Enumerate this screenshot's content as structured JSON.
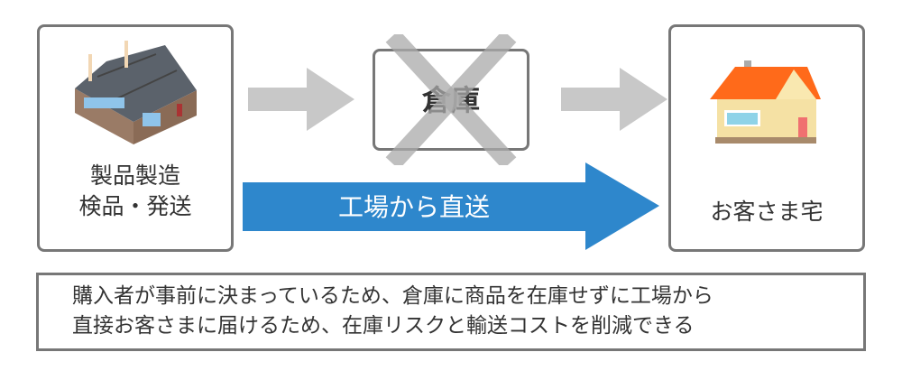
{
  "factory": {
    "line1": "製品製造",
    "line2": "検品・発送",
    "icon": "factory-icon"
  },
  "warehouse": {
    "label": "倉庫",
    "crossed": true
  },
  "customer": {
    "label": "お客さま宅",
    "icon": "house-icon"
  },
  "direct_arrow": {
    "label": "工場から直送",
    "color": "#2e87cc"
  },
  "note": {
    "line1": "購入者が事前に決まっているため、倉庫に商品を在庫せずに工場から",
    "line2": "直接お客さまに届けるため、在庫リスクと輸送コストを削減できる"
  }
}
